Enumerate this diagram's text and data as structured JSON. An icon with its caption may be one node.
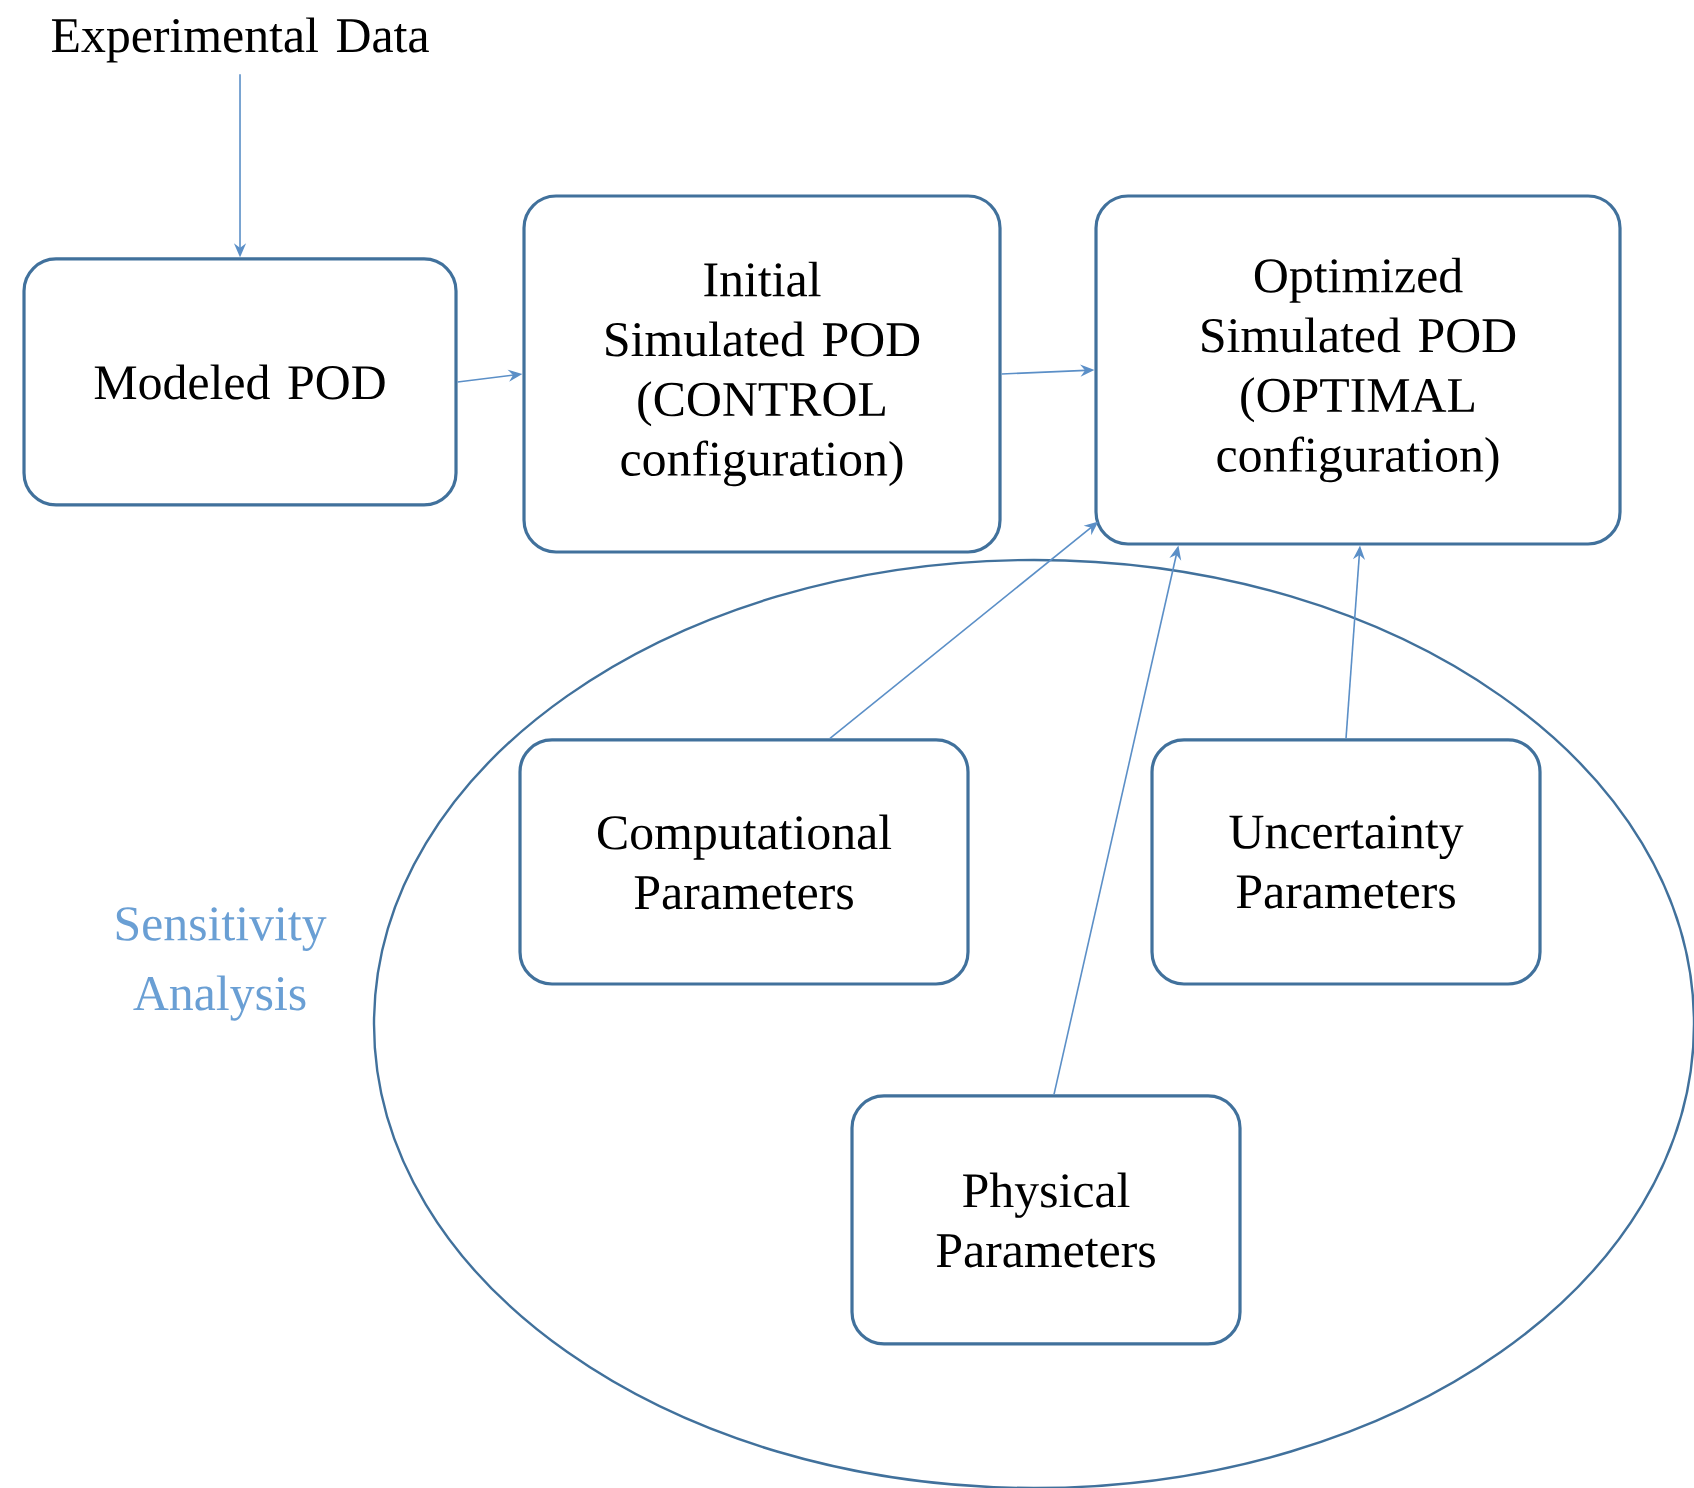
{
  "diagram": {
    "nodes": [
      {
        "text": [
          "Experimental Data"
        ]
      },
      {
        "text": [
          "Modeled POD"
        ]
      },
      {
        "text": [
          "Initial Simulated POD (CONTROL configuration)"
        ]
      },
      {
        "text": [
          "Optimized Simulated POD (OPTIMAL configuration)"
        ]
      },
      {
        "text": [],
        "shape": "ellipse",
        "beside": [
          "Sensitivity Analysis"
        ]
      },
      {
        "text": [
          "Computational Parameters"
        ],
        "in": 4
      },
      {
        "text": [
          "Uncertainty Parameters"
        ],
        "in": 4
      },
      {
        "text": [
          "Physical Parameters"
        ],
        "in": 4
      }
    ],
    "edges": [
      {
        "from": 0,
        "to": 1,
        "arrow": "to"
      },
      {
        "from": 1,
        "to": 2,
        "arrow": "to"
      },
      {
        "from": 2,
        "to": 3,
        "arrow": "to"
      },
      {
        "from": 5,
        "to": 3,
        "arrow": "to"
      },
      {
        "from": 7,
        "to": 3,
        "arrow": "to"
      },
      {
        "from": 6,
        "to": 3,
        "arrow": "to"
      }
    ]
  }
}
